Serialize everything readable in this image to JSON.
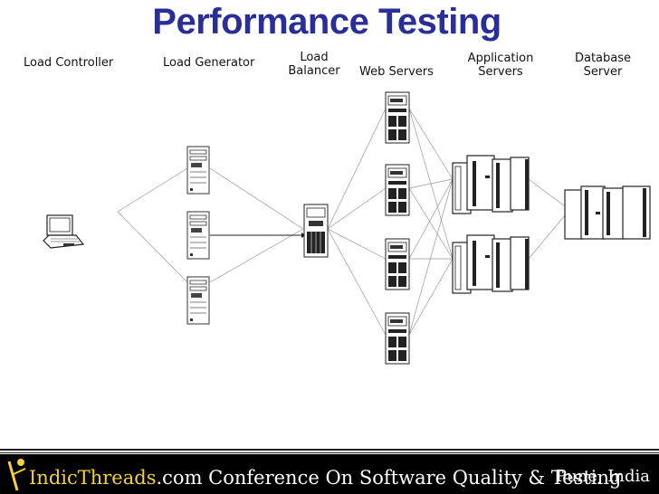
{
  "title": "Performance Testing",
  "labels": {
    "load_controller": "Load Controller",
    "load_generator": "Load Generator",
    "load_balancer_1": "Load",
    "load_balancer_2": "Balancer",
    "web_servers": "Web Servers",
    "app_servers_1": "Application",
    "app_servers_2": "Servers",
    "db_server_1": "Database",
    "db_server_2": "Server"
  },
  "footer": {
    "brand": "IndicThreads",
    "brand_domain": ".com",
    "conference": " Conference On Software Quality & Testing",
    "location": "Pune, India"
  }
}
